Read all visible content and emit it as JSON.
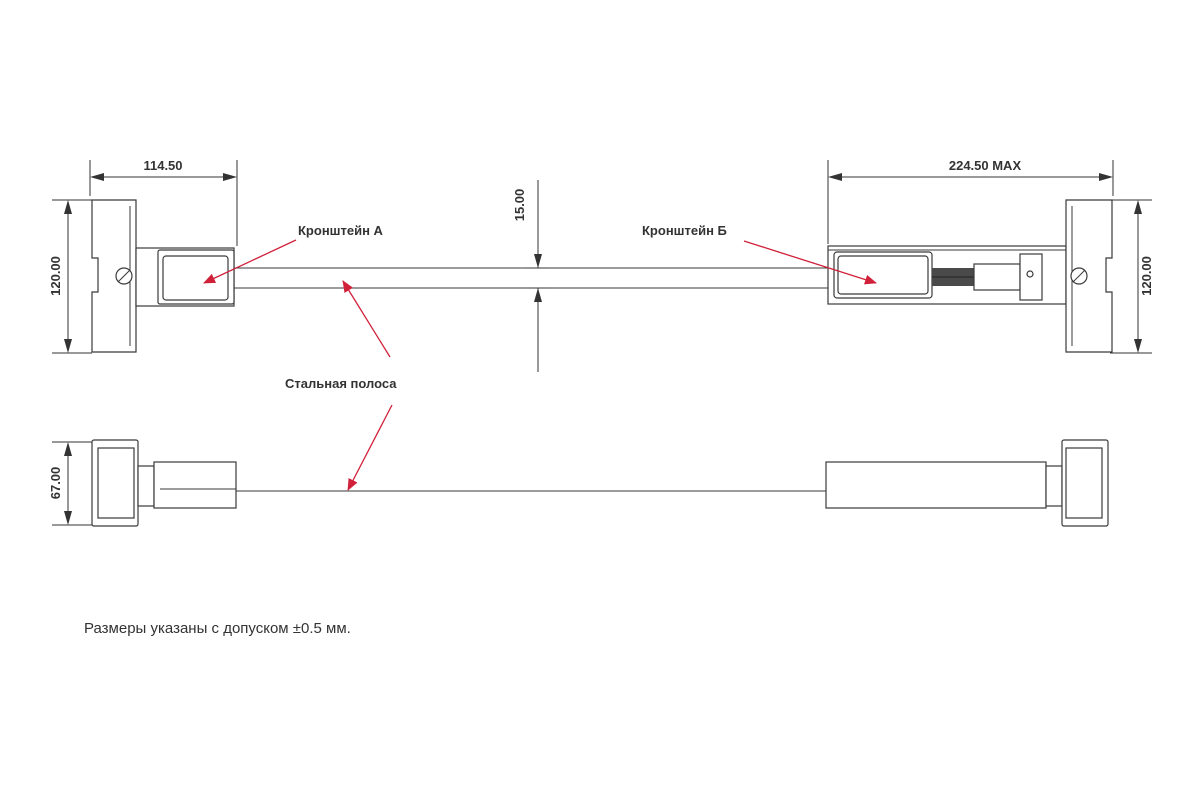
{
  "dimensions": {
    "bracket_a_width": "114.50",
    "bracket_b_width": "224.50 MAX",
    "strip_thickness": "15.00",
    "left_height": "120.00",
    "right_height": "120.00",
    "depth": "67.00"
  },
  "labels": {
    "bracket_a": "Кронштейн А",
    "bracket_b": "Кронштейн Б",
    "steel_strip": "Стальная полоса"
  },
  "colors": {
    "callout_arrow": "#d0203a",
    "line": "#3a3a3a"
  },
  "note": "Размеры указаны с допуском ±0.5 мм."
}
